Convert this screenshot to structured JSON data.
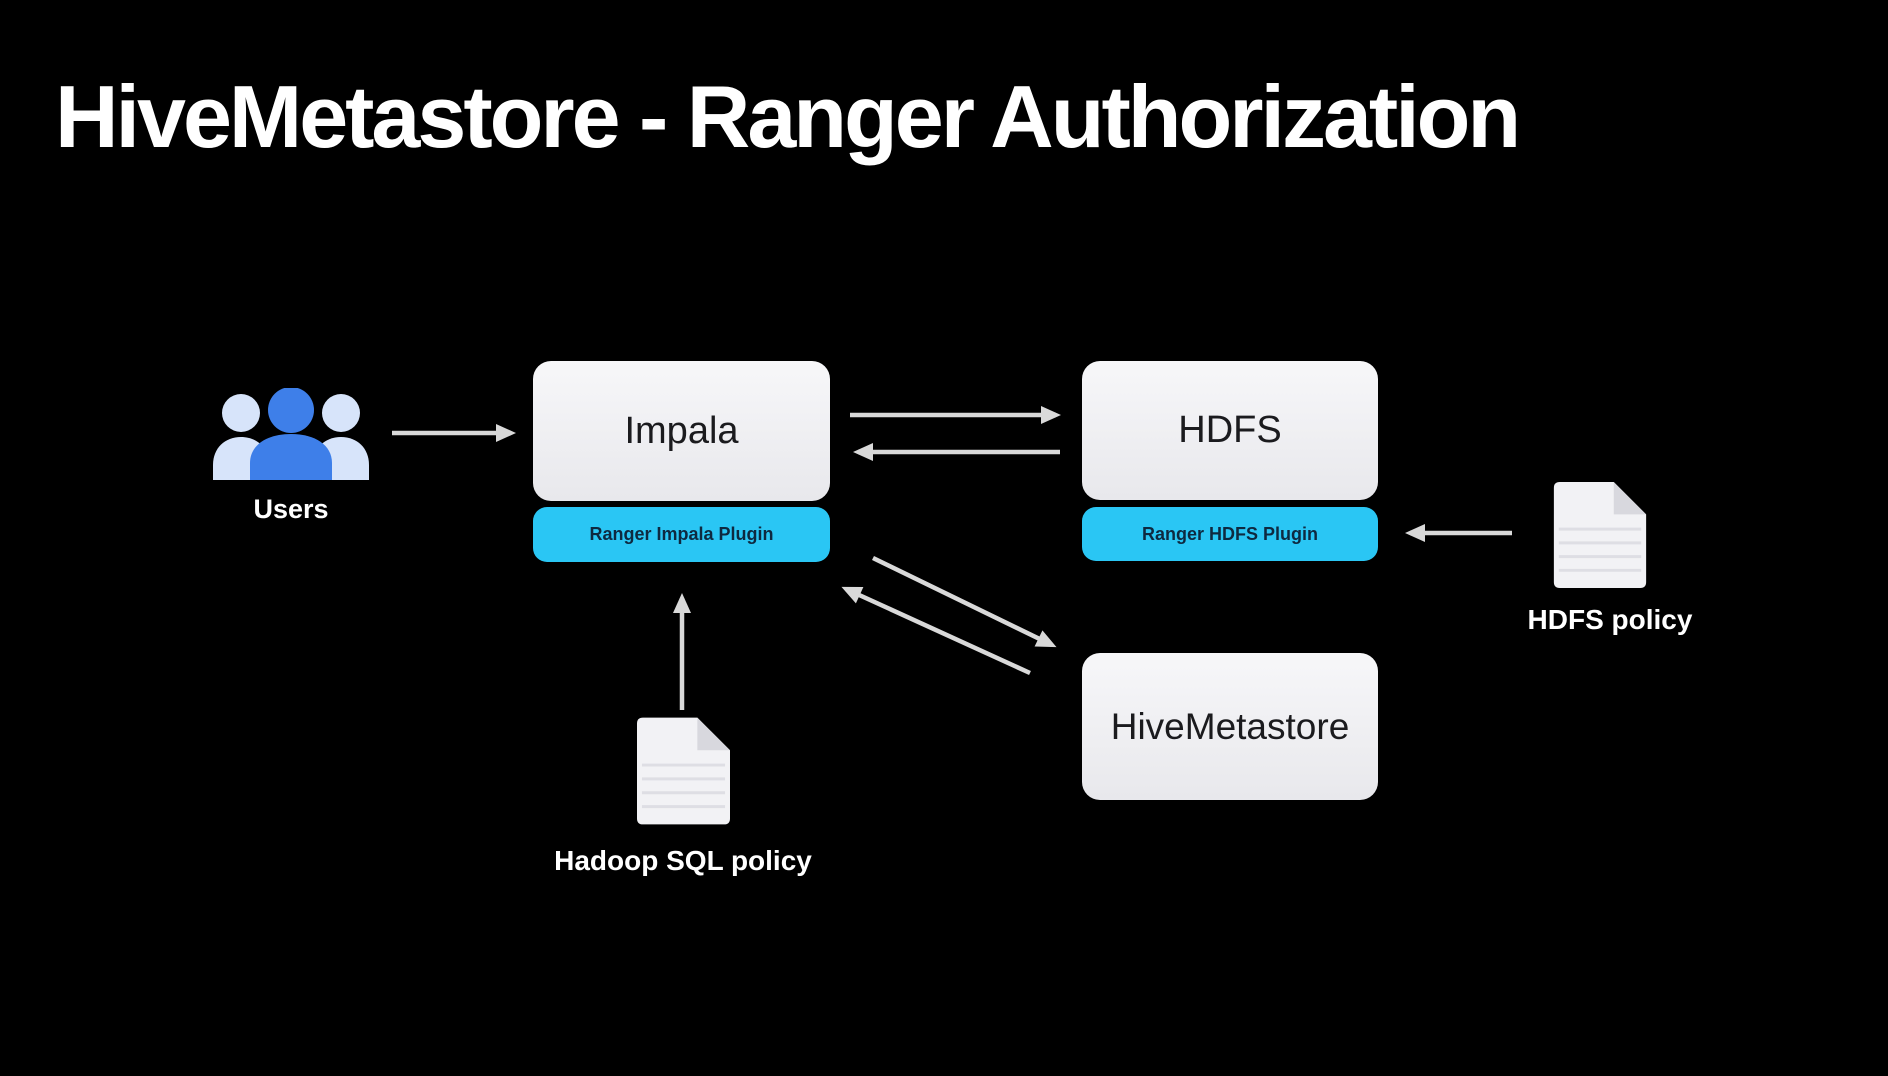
{
  "slide": {
    "title": "HiveMetastore - Ranger Authorization"
  },
  "colors": {
    "background": "#000000",
    "title_text": "#FFFFFF",
    "box_fill_top": "#F7F7F9",
    "box_fill_bottom": "#E8E8EC",
    "box_text": "#1B1B1E",
    "plugin_fill": "#2AC6F4",
    "plugin_text": "#0E2940",
    "arrow": "#D9D9D9",
    "label_text": "#FFFFFF",
    "user_front": "#3E7FE9",
    "user_back": "#D7E4FA",
    "doc_fill": "#F2F2F5",
    "doc_fold": "#D8D8DE",
    "doc_line": "#DEDEE4"
  },
  "nodes": {
    "users": {
      "label": "Users",
      "icon": "users-group-icon"
    },
    "impala": {
      "label": "Impala",
      "plugin": "Ranger Impala Plugin"
    },
    "hdfs": {
      "label": "HDFS",
      "plugin": "Ranger HDFS Plugin"
    },
    "hive_metastore": {
      "label": "HiveMetastore"
    },
    "hadoop_sql_policy": {
      "label": "Hadoop SQL policy",
      "icon": "document-icon"
    },
    "hdfs_policy": {
      "label": "HDFS policy",
      "icon": "document-icon"
    }
  },
  "edges": [
    {
      "from": "Users",
      "to": "Impala",
      "style": "arrow-right"
    },
    {
      "from": "Impala",
      "to": "HDFS",
      "style": "arrow-right"
    },
    {
      "from": "HDFS",
      "to": "Impala",
      "style": "arrow-left"
    },
    {
      "from": "Impala",
      "to": "HiveMetastore",
      "style": "arrow-diagonal-down-right"
    },
    {
      "from": "HiveMetastore",
      "to": "Impala",
      "style": "arrow-diagonal-up-left"
    },
    {
      "from": "Hadoop SQL policy",
      "to": "Ranger Impala Plugin",
      "style": "arrow-up"
    },
    {
      "from": "HDFS policy",
      "to": "Ranger HDFS Plugin",
      "style": "arrow-left"
    }
  ]
}
